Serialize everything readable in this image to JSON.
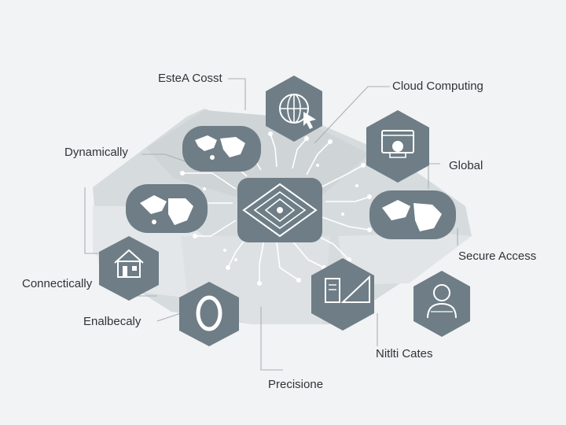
{
  "labels": {
    "top_left": "EsteA Cosst",
    "top_right": "Cloud Computing",
    "left_upper": "Dynamically",
    "right_upper": "Global",
    "right_middle": "Secure Access",
    "left_middle": "Connectically",
    "left_lower": "Enalbecaly",
    "right_lower": "Nitlti Cates",
    "bottom": "Precisione"
  },
  "icons": {
    "globe_cursor": "globe-cursor-icon",
    "cloud_device": "cloud-device-icon",
    "map_upper_left": "world-map-icon",
    "map_left": "world-map-icon",
    "map_right": "world-map-icon",
    "house": "house-icon",
    "ring": "ring-icon",
    "document_window": "document-window-icon",
    "person": "person-icon",
    "hub": "circuit-hub-icon"
  },
  "colors": {
    "background": "#f1f3f4",
    "platform": "#d3d8db",
    "platform_light": "#e1e5e7",
    "node_fill": "#6e7d86",
    "icon_fill": "#ffffff",
    "circuit_line": "#ffffff",
    "leader_line": "#a9b0b4",
    "text": "#2f3437"
  }
}
